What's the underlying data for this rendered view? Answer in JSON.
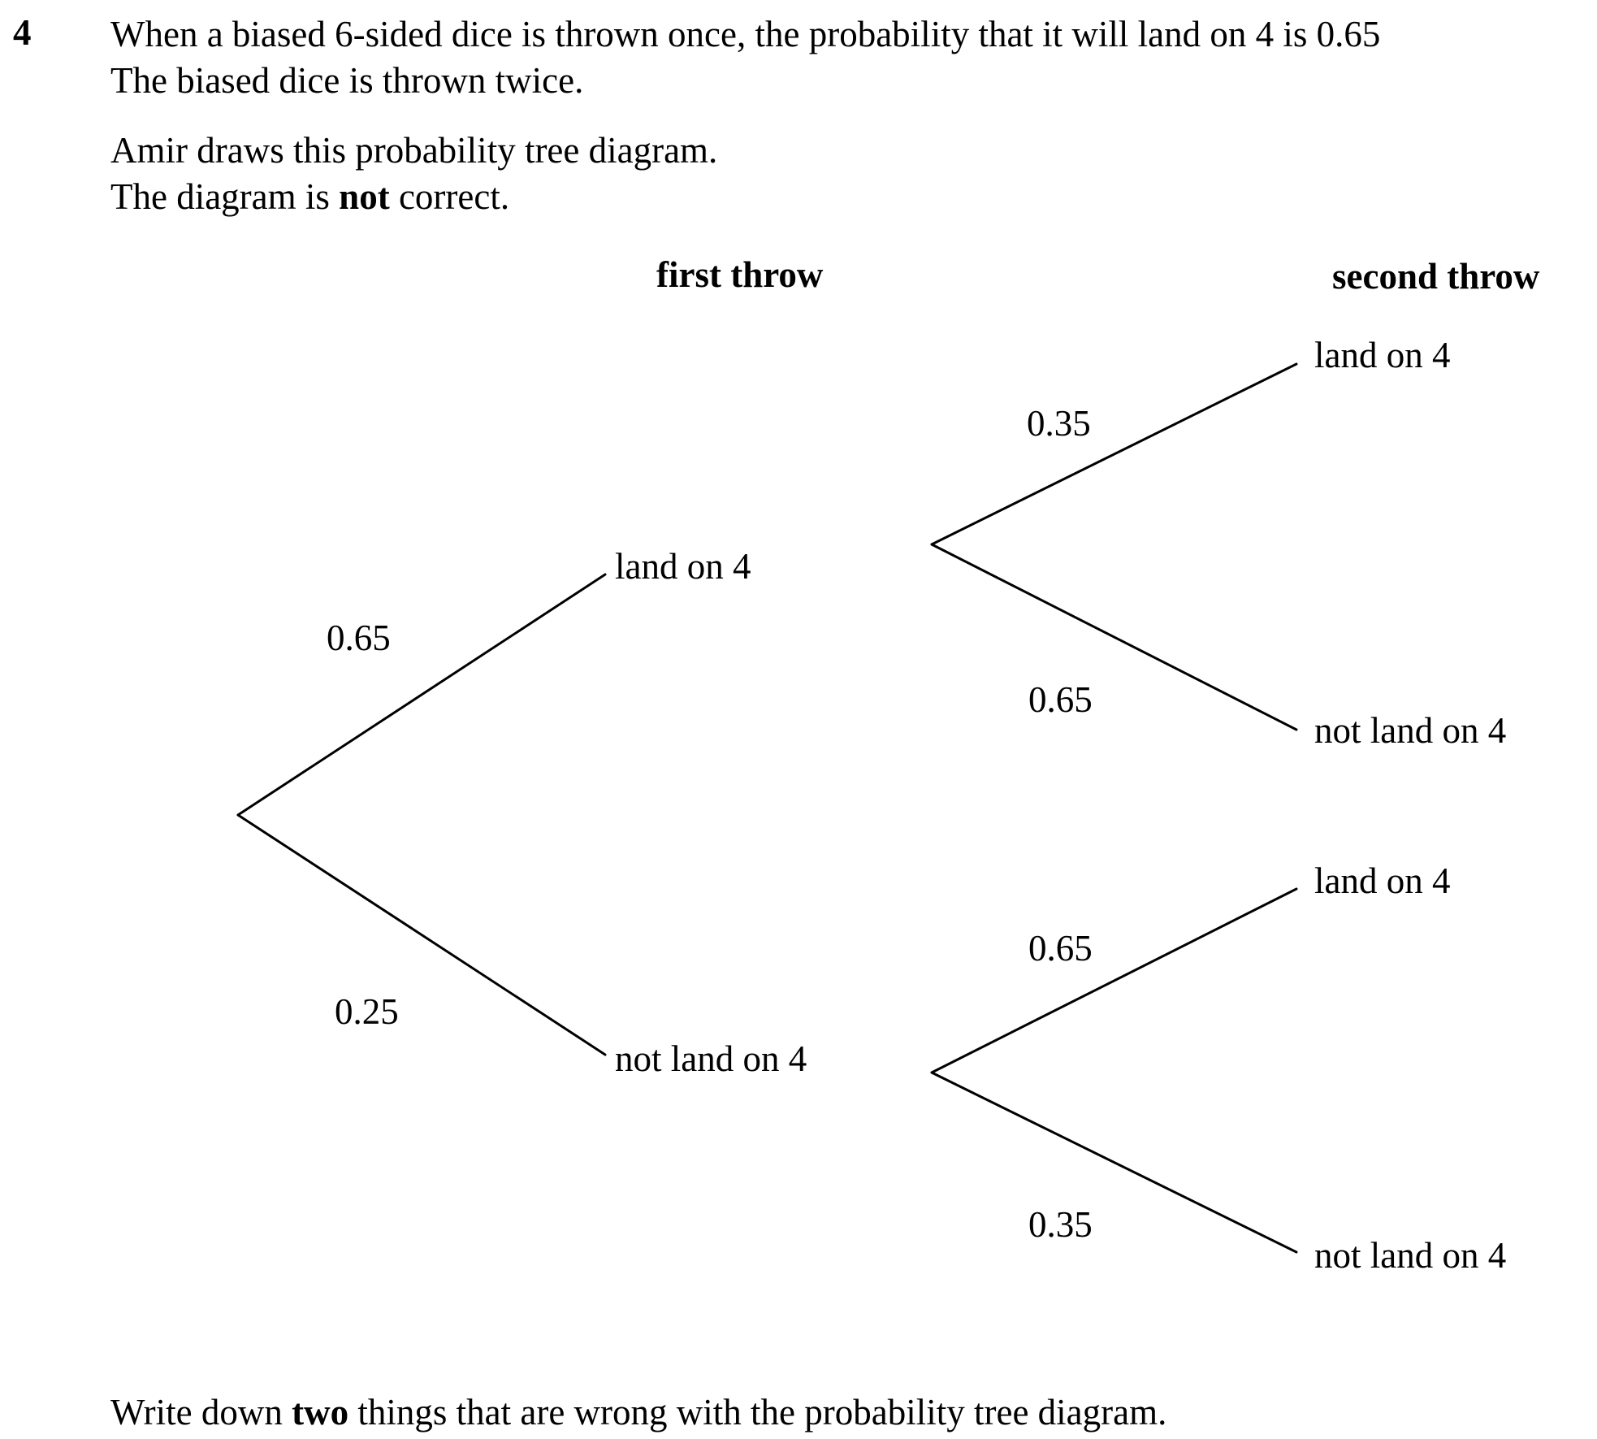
{
  "question": {
    "number": "4",
    "line1": "When a biased 6-sided dice is thrown once, the probability that it will land on 4 is 0.65",
    "line2": "The biased dice is thrown twice.",
    "line3": "Amir draws this probability tree diagram.",
    "line4": {
      "before": "The diagram is ",
      "bold": "not",
      "after": " correct."
    },
    "instruction": {
      "before": "Write down ",
      "bold": "two",
      "after": " things that are wrong with the probability tree diagram."
    }
  },
  "tree": {
    "headers": {
      "first": "first throw",
      "second": "second throw"
    },
    "first_throw": {
      "branches": [
        {
          "outcome": "land on 4",
          "probability": "0.65"
        },
        {
          "outcome": "not land on 4",
          "probability": "0.25"
        }
      ]
    },
    "second_throw": {
      "after_land": [
        {
          "outcome": "land on 4",
          "probability": "0.35"
        },
        {
          "outcome": "not land on 4",
          "probability": "0.65"
        }
      ],
      "after_not_land": [
        {
          "outcome": "land on 4",
          "probability": "0.65"
        },
        {
          "outcome": "not land on 4",
          "probability": "0.35"
        }
      ]
    }
  }
}
